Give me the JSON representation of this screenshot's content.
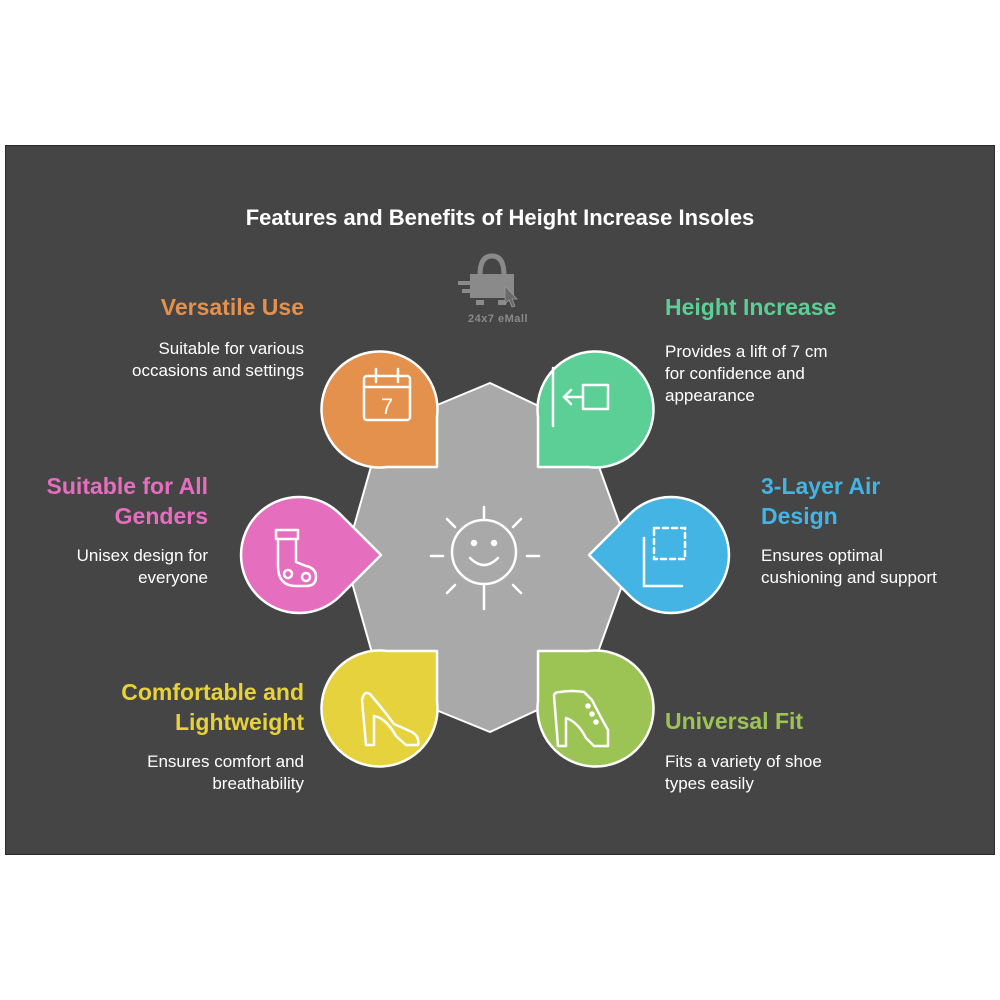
{
  "title": "Features and Benefits of Height Increase Insoles",
  "logo": {
    "text": "24x7 eMall",
    "icon": "shopping-basket-cursor-icon"
  },
  "center": {
    "icon": "smiling-sun-icon",
    "color": "#a9a9a9"
  },
  "features": [
    {
      "title": "Versatile Use",
      "desc": "Suitable for various occasions and settings",
      "color": "#e3914d",
      "icon": "calendar-icon",
      "icon_text": "7"
    },
    {
      "title": "Height Increase",
      "desc": "Provides a lift of 7 cm for confidence and appearance",
      "color": "#5ccf96",
      "icon": "arrow-to-square-icon"
    },
    {
      "title": "Suitable for All Genders",
      "desc": "Unisex design for everyone",
      "color": "#e66ebf",
      "icon": "sock-icon"
    },
    {
      "title": "3-Layer Air Design",
      "desc": "Ensures optimal cushioning and support",
      "color": "#43b4e3",
      "icon": "layered-squares-icon"
    },
    {
      "title": "Comfortable and Lightweight",
      "desc": "Ensures comfort and breathability",
      "color": "#e6d23c",
      "icon": "high-heel-icon"
    },
    {
      "title": "Universal Fit",
      "desc": "Fits a variety of shoe types easily",
      "color": "#9cc455",
      "icon": "high-heel-boot-icon"
    }
  ]
}
